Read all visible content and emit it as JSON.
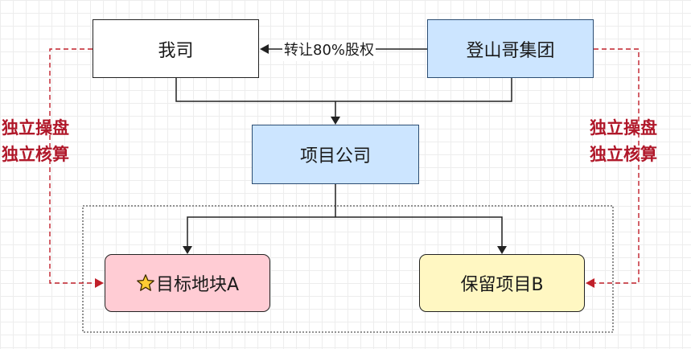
{
  "nodes": {
    "wosi": "我司",
    "group": "登山哥集团",
    "project": "项目公司",
    "plot_a": "目标地块A",
    "project_b": "保留项目B"
  },
  "edges": {
    "transfer_label": "转让80%股权"
  },
  "notes": {
    "left_line1": "独立操盘",
    "left_line2": "独立核算",
    "right_line1": "独立操盘",
    "right_line2": "独立核算"
  },
  "icons": {
    "plot_a_marker": "star-icon"
  },
  "colors": {
    "blue_fill": "#cce5ff",
    "pink_fill": "#ffccd4",
    "yellow_fill": "#fff7c2",
    "dashed_red": "#c0202a",
    "star": "#ffcc33"
  }
}
